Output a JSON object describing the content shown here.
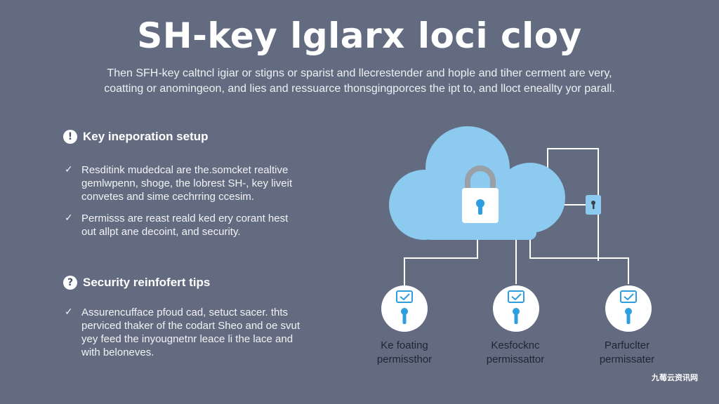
{
  "header": {
    "title": "SH-key lglarx loci cloy",
    "intro_lines": [
      "Then SFH-key caltncl igiar or stigns or sparist and llecrestender and hople and tiher cerment are very,",
      "coatting or anomingeon, and lies and ressuarce thonsgingporces the ipt to, and lloct  eneallty yor parall."
    ]
  },
  "sections": [
    {
      "heading": "Key ineporation setup",
      "icon": "alert-icon",
      "bullets": [
        [
          "Resditink mudedcal are the.somcket realtive",
          "gemlwpenn, shoge, the lobrest SH-, key liveit",
          "convetes and sime cechrring ccesim."
        ],
        [
          "Permisss are reast reald ked ery corant hest",
          "out allpt ane decoint, and security."
        ]
      ]
    },
    {
      "heading": "Security reinfofert tips",
      "icon": "question-icon",
      "bullets": [
        [
          "Assurencufface pfoud cad, setuct sacer. thts",
          "perviced thaker of the codart Sheo and oe svut",
          "yey feed the inyougnetnr leace li the lace and",
          "with beloneves."
        ]
      ]
    }
  ],
  "diagram": {
    "nodes": [
      {
        "label_lines": [
          "Ke foating",
          "permissthor"
        ]
      },
      {
        "label_lines": [
          "Kesfocknc",
          "permissattor"
        ]
      },
      {
        "label_lines": [
          "Parfuclter",
          "permissater"
        ]
      }
    ],
    "colors": {
      "cloud": "#8ccaf0",
      "lock_body": "#ffffff",
      "lock_shackle": "#9aa0a8",
      "keyhole": "#2f9ee0",
      "line": "#ffffff",
      "small_lock": "#8ccaf0"
    }
  },
  "watermark": "九莓云资讯网"
}
